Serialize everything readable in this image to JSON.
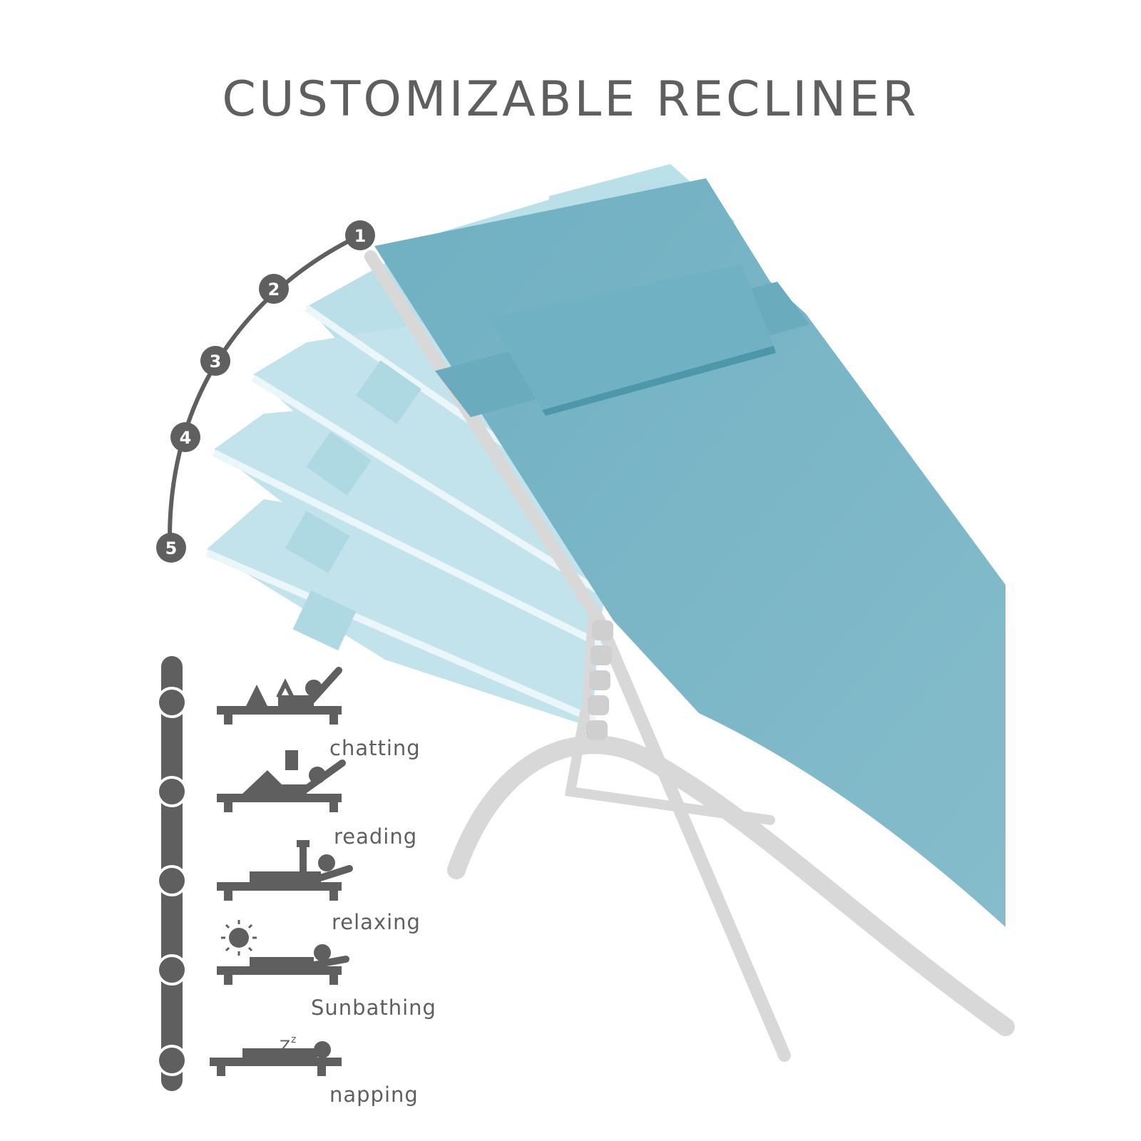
{
  "title": "CUSTOMIZABLE RECLINER",
  "colors": {
    "text": "#5f5f5f",
    "icon": "#5f5f5f",
    "fabric": "#7fb6c4",
    "fabric_light": "#a9d8e3",
    "frame": "#d8d8d8"
  },
  "positions": {
    "numbers": [
      "1",
      "2",
      "3",
      "4",
      "5"
    ],
    "modes": [
      {
        "label": "chatting",
        "icon": "lounger-chatting-icon"
      },
      {
        "label": "reading",
        "icon": "lounger-reading-icon"
      },
      {
        "label": "relaxing",
        "icon": "lounger-relaxing-icon"
      },
      {
        "label": "Sunbathing",
        "icon": "lounger-sunbathing-icon"
      },
      {
        "label": "napping",
        "icon": "lounger-napping-icon"
      }
    ]
  }
}
